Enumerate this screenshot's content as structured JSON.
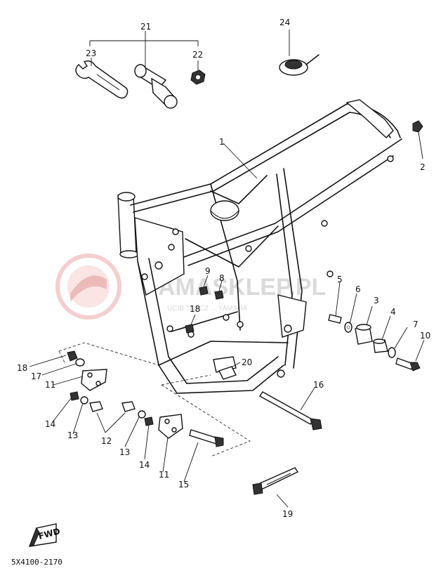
{
  "diagram": {
    "callouts": {
      "p1": "1",
      "p2": "2",
      "p3": "3",
      "p4": "4",
      "p5": "5",
      "p6": "6",
      "p7": "7",
      "p8": "8",
      "p9": "9",
      "p10": "10",
      "p11a": "11",
      "p11b": "11",
      "p12": "12",
      "p13a": "13",
      "p13b": "13",
      "p14a": "14",
      "p14b": "14",
      "p15": "15",
      "p16": "16",
      "p17": "17",
      "p18a": "18",
      "p18b": "18",
      "p19": "19",
      "p20": "20",
      "p21": "21",
      "p22": "22",
      "p23": "23",
      "p24": "24"
    },
    "footer_code": "5X4100-2170",
    "fwd_label": "FWD"
  },
  "watermark": {
    "text": "AMASKLEP.PL",
    "subtext": "UCIB TOŁCZ ... YAMAHA"
  }
}
